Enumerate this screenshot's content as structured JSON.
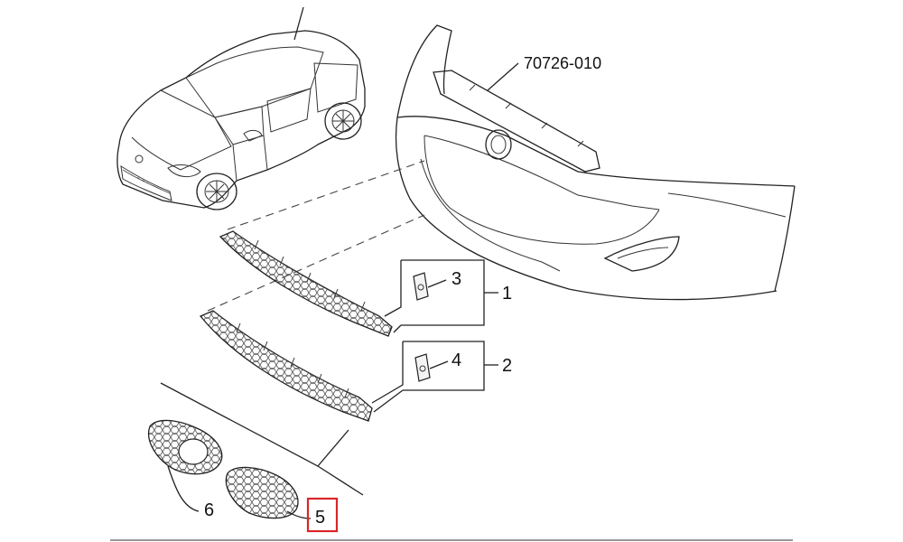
{
  "diagram": {
    "reference_code": "70726-010",
    "callouts": [
      {
        "id": "1",
        "label": "1"
      },
      {
        "id": "2",
        "label": "2"
      },
      {
        "id": "3",
        "label": "3"
      },
      {
        "id": "4",
        "label": "4"
      },
      {
        "id": "5",
        "label": "5",
        "highlighted": true
      },
      {
        "id": "6",
        "label": "6"
      }
    ],
    "highlight_color": "#d9262b",
    "line_color": "#222222"
  }
}
